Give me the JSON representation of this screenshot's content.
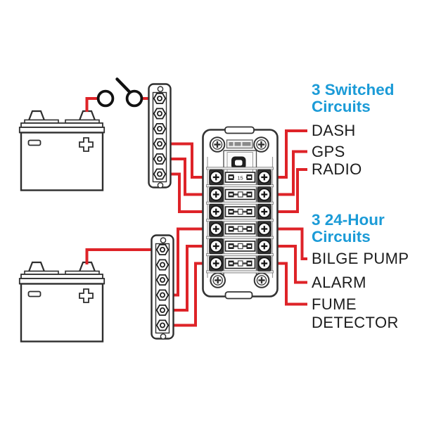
{
  "colors": {
    "wire_red": "#de2328",
    "header_blue": "#1b9bd7",
    "label_text": "#1c1c1c",
    "outline_dark": "#2e2e2e"
  },
  "fuse_block": {
    "rows": 6,
    "fuse1_marking": "15"
  },
  "groups": [
    {
      "header": "3 Switched\nCircuits",
      "circuits": [
        "DASH",
        "GPS",
        "RADIO"
      ]
    },
    {
      "header": "3 24-Hour\nCircuits",
      "circuits": [
        "BILGE PUMP",
        "ALARM",
        "FUME\nDETECTOR"
      ]
    }
  ]
}
